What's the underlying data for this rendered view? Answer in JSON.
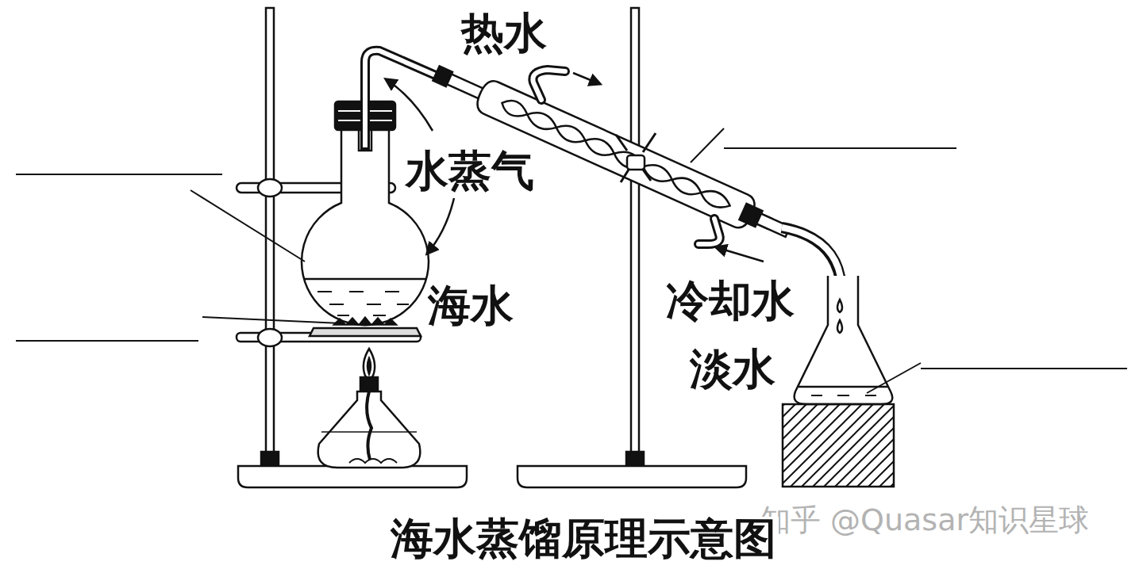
{
  "diagram": {
    "caption": "海水蒸馏原理示意图",
    "labels": [
      "热水",
      "水蒸气",
      "海水",
      "冷却水",
      "淡水",
      "知乎 @Quasar知识星球"
    ]
  }
}
